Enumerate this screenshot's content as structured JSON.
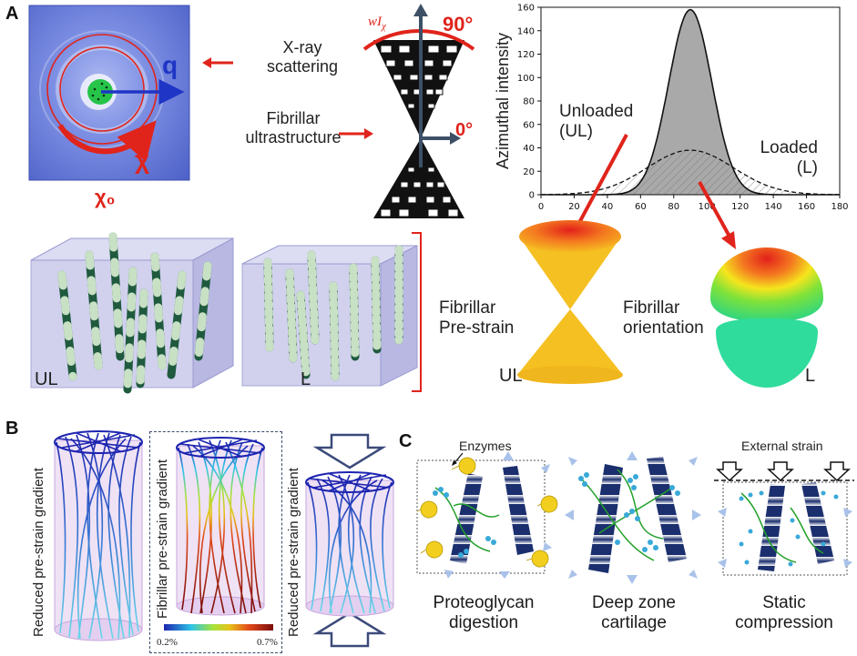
{
  "panels": {
    "a": "A",
    "b": "B",
    "c": "C"
  },
  "panel_a": {
    "saxs": {
      "q_label": "q",
      "chi_label": "χ",
      "chi0_label": "χ₀"
    },
    "xray_label": "X-ray\nscattering",
    "fibrillar_label": "Fibrillar\nultrastructure",
    "fan_angle_top": "90°",
    "fan_angle_right": "0°",
    "fan_intensity": "wI",
    "fan_intensity_sub": "χ",
    "unloaded_label": "Unloaded\n(UL)",
    "loaded_label": "Loaded\n(L)",
    "cube_ul": "UL",
    "cube_l": "L",
    "prestrain_label": "Fibrillar\nPre-strain",
    "orientation_label": "Fibrillar\norientation",
    "cone_ul": "UL",
    "cone_l": "L"
  },
  "panel_b": {
    "left_label": "Reduced pre-strain gradient",
    "middle_label": "Fibrillar pre-strain gradient",
    "right_label": "Reduced pre-strain gradient",
    "colorbar_min": "0.2%",
    "colorbar_max": "0.7%"
  },
  "panel_c": {
    "enzymes_label": "Enzymes",
    "external_strain_label": "External strain",
    "caption_1": "Proteoglycan\ndigestion",
    "caption_2": "Deep zone\ncartilage",
    "caption_3": "Static\ncompression"
  },
  "chart_data": {
    "type": "area",
    "ylabel": "Azimuthal intensity",
    "xlim": [
      0,
      180
    ],
    "ylim": [
      0,
      160
    ],
    "xticks": [
      0,
      20,
      40,
      60,
      80,
      100,
      120,
      140,
      160,
      180
    ],
    "yticks": [
      0,
      20,
      40,
      60,
      80,
      100,
      120,
      140,
      160
    ],
    "grid": false,
    "series": [
      {
        "name": "Unloaded (UL)",
        "style": "solid",
        "center": 90,
        "peak": 158,
        "sigma": 13
      },
      {
        "name": "Loaded (L)",
        "style": "dashed",
        "center": 90,
        "peak": 38,
        "sigma": 26
      }
    ]
  },
  "colors": {
    "accent_red": "#e0241b",
    "arrow_navy": "#3d5066",
    "fibril_dark": "#1f5a3e",
    "fibril_light": "#c8e0c4",
    "cone_yellow": "#f5c021",
    "saxs_bg": "#5f76d6",
    "fiber_blue": "#2734b8",
    "fiber_cyan": "#5fd0e6"
  }
}
